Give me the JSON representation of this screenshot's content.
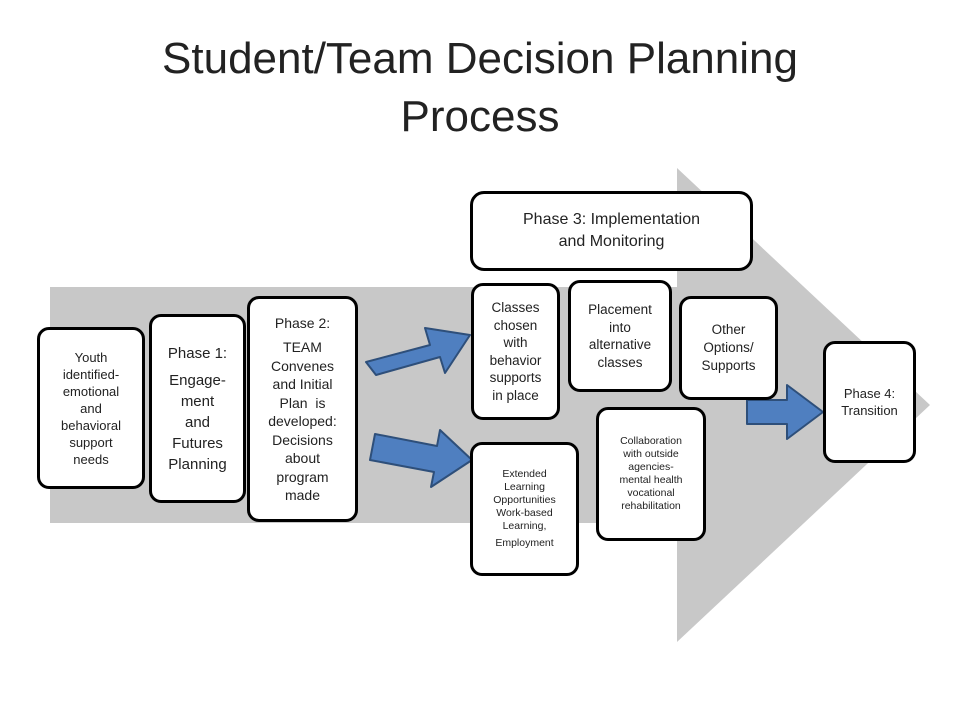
{
  "title": {
    "line1": "Student/Team Decision Planning",
    "line2": "Process"
  },
  "colors": {
    "band": "#c8c8c8",
    "arrow_fill": "#4f7fc0",
    "arrow_stroke": "#2e4f7a",
    "box_border": "#000000",
    "text": "#222222"
  },
  "boxes": {
    "youth": {
      "lines": [
        "Youth",
        "identified-",
        "emotional",
        "and",
        "behavioral",
        "support",
        "needs"
      ]
    },
    "phase1": {
      "head": "Phase 1:",
      "lines": [
        "Engage-",
        "ment",
        "and",
        "Futures",
        "Planning"
      ]
    },
    "phase2": {
      "head": "Phase 2:",
      "lines": [
        "TEAM",
        "Convenes",
        "and Initial",
        "Plan  is",
        "developed:",
        "Decisions",
        "about",
        "program",
        "made"
      ]
    },
    "phase3": {
      "lines": [
        "Phase 3: Implementation",
        "and Monitoring"
      ]
    },
    "classes": {
      "lines": [
        "Classes",
        "chosen",
        "with",
        "behavior",
        "supports",
        "in place"
      ]
    },
    "placement": {
      "lines": [
        "Placement",
        "into",
        "alternative",
        "classes"
      ]
    },
    "other": {
      "lines": [
        "Other",
        "Options/",
        "Supports"
      ]
    },
    "extended": {
      "lines": [
        "Extended",
        "Learning",
        "Opportunities",
        "Work-based",
        "Learning,"
      ],
      "tail": "Employment"
    },
    "collab": {
      "lines": [
        "Collaboration",
        "with outside",
        "agencies-",
        "mental health",
        "vocational",
        "rehabilitation"
      ]
    },
    "phase4": {
      "lines": [
        "Phase 4:",
        "Transition"
      ]
    }
  }
}
